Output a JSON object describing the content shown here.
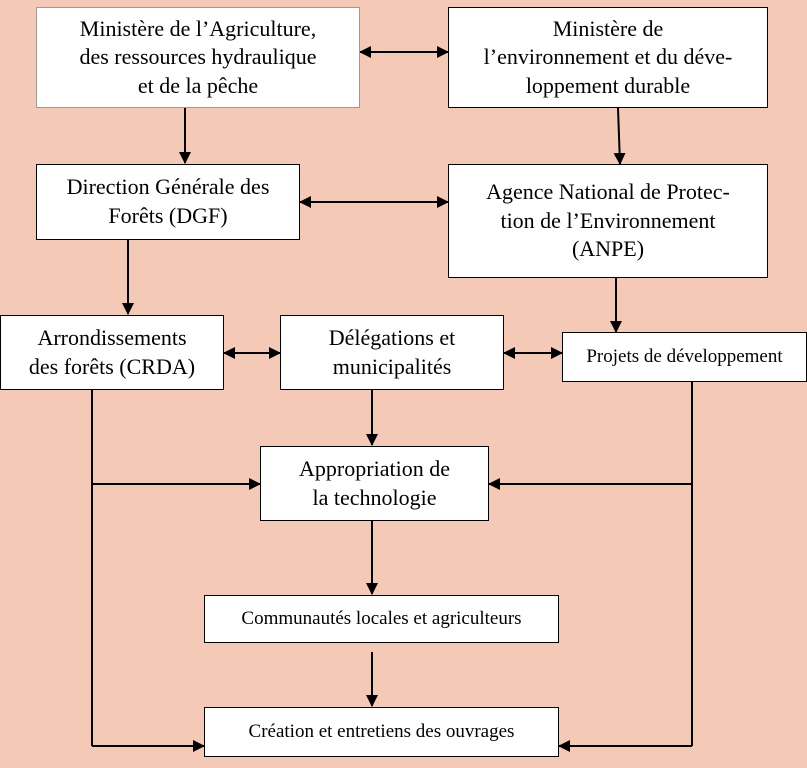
{
  "diagram": {
    "nodes": {
      "ministere_agriculture": "Ministère de l’Agriculture,\ndes ressources hydraulique\net de la pêche",
      "ministere_environnement": "Ministère de\nl’environnement et du déve-\nloppement durable",
      "dgf": "Direction Générale des\nForêts (DGF)",
      "anpe": "Agence National de Protec-\ntion de l’Environnement\n(ANPE)",
      "crda": "Arrondissements\ndes forêts (CRDA)",
      "delegations": "Délégations et\nmunicipalités",
      "projets": "Projets de développement",
      "appropriation": "Appropriation de\nla technologie",
      "communautes": "Communautés locales et agriculteurs",
      "creation": "Création et entretiens des ouvrages"
    },
    "edges": [
      {
        "from": "ministere_agriculture",
        "to": "ministere_environnement",
        "type": "bidirectional"
      },
      {
        "from": "ministere_agriculture",
        "to": "dgf",
        "type": "directed"
      },
      {
        "from": "ministere_environnement",
        "to": "anpe",
        "type": "directed"
      },
      {
        "from": "dgf",
        "to": "anpe",
        "type": "bidirectional"
      },
      {
        "from": "dgf",
        "to": "crda",
        "type": "directed"
      },
      {
        "from": "anpe",
        "to": "projets",
        "type": "directed"
      },
      {
        "from": "crda",
        "to": "delegations",
        "type": "bidirectional"
      },
      {
        "from": "delegations",
        "to": "projets",
        "type": "bidirectional"
      },
      {
        "from": "delegations",
        "to": "appropriation",
        "type": "directed"
      },
      {
        "from": "crda",
        "to": "appropriation",
        "type": "directed"
      },
      {
        "from": "projets",
        "to": "appropriation",
        "type": "directed"
      },
      {
        "from": "crda",
        "to": "creation",
        "type": "directed"
      },
      {
        "from": "projets",
        "to": "creation",
        "type": "directed"
      },
      {
        "from": "appropriation",
        "to": "communautes",
        "type": "directed"
      },
      {
        "from": "communautes",
        "to": "creation",
        "type": "directed"
      }
    ]
  },
  "colors": {
    "background": "#f4c9b6",
    "box_fill": "#ffffff",
    "line": "#000000"
  }
}
